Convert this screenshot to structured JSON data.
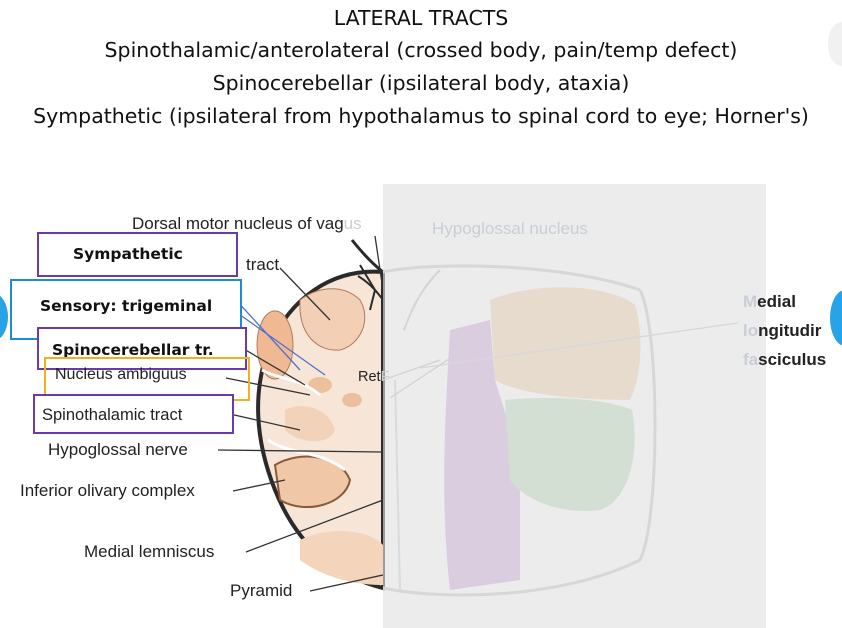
{
  "header": {
    "title": "LATERAL TRACTS",
    "line1": "Spinothalamic/anterolateral (crossed body, pain/temp defect)",
    "line2": "Spinocerebellar (ipsilateral body, ataxia)",
    "line3": "Sympathetic (ipsilateral from hypothalamus to spinal cord to eye; Horner's)"
  },
  "labels": {
    "dorsal_motor": "Dorsal motor nucleus of vag",
    "dorsal_motor_tail": "us",
    "hypoglossal_nucleus": "Hypoglossal nucleus",
    "tract": "tract",
    "hypoglossal_nerve": "Hypoglossal nerve",
    "inferior_olivary": "Inferior olivary complex",
    "medial_lemniscus": "Medial lemniscus",
    "pyramid": "Pyramid",
    "ret": "Ret",
    "ret_tail": "F",
    "mlf_1_faded": "M",
    "mlf_1": "edial",
    "mlf_2_faded": "lo",
    "mlf_2": "ngitudir",
    "mlf_3_faded": "fa",
    "mlf_3": "sciculus"
  },
  "boxes": {
    "sympathetic": "Sympathetic",
    "sensory": "Sensory:  trigeminal",
    "spinocerebellar": "Spinocerebellar tr.",
    "nucleus_ambiguus": "Nucleus ambiguus",
    "spinothalamic": "Spinothalamic tract"
  },
  "colors": {
    "purple_box": "#6a3aa8",
    "blue_box": "#1f8bd6",
    "orange_box": "#f2b01e",
    "nav_circle": "#29a3e8",
    "tissue_fill": "#f7ddc9",
    "orange_region": "#f2d2b0",
    "purple_region": "#cfaee0",
    "green_region": "#bcdcbc"
  }
}
